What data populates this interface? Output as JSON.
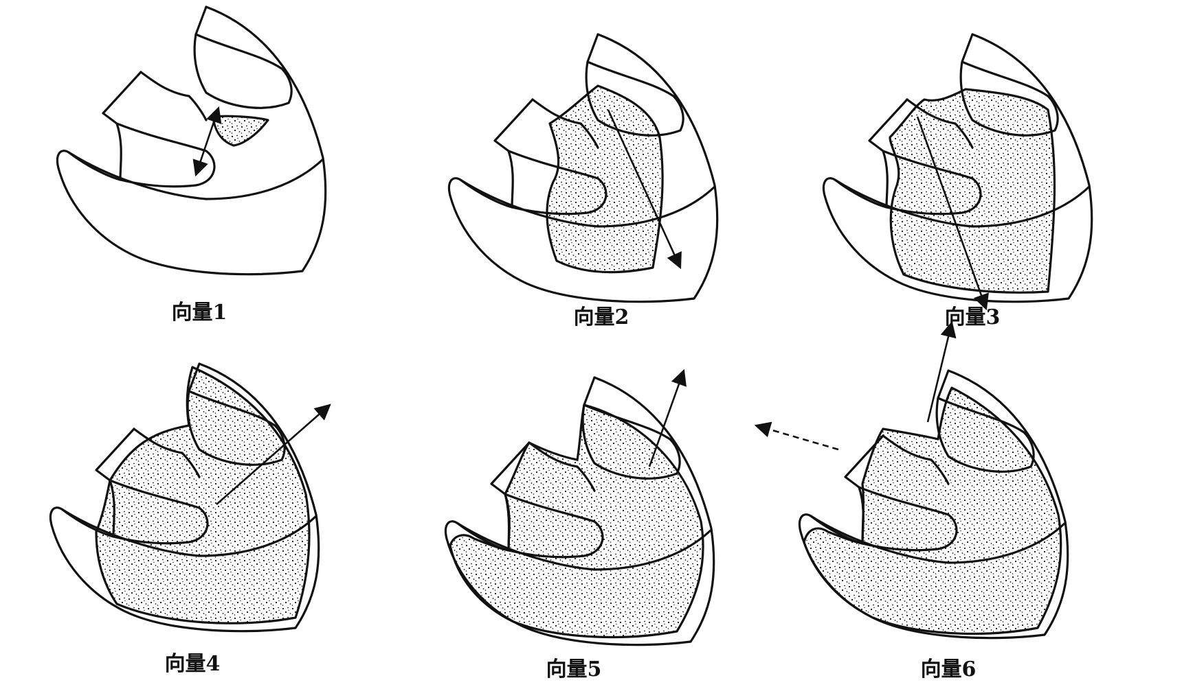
{
  "panels": [
    {
      "label": "向量1",
      "arrow": "solid"
    },
    {
      "label": "向量2",
      "arrow": "solid"
    },
    {
      "label": "向量3",
      "arrow": "solid"
    },
    {
      "label": "向量4",
      "arrow": "solid"
    },
    {
      "label": "向量5",
      "arrow": "solid"
    },
    {
      "label": "向量6",
      "arrow": "solid+dashed"
    }
  ],
  "colors": {
    "ink": "#111111",
    "background": "#ffffff"
  }
}
